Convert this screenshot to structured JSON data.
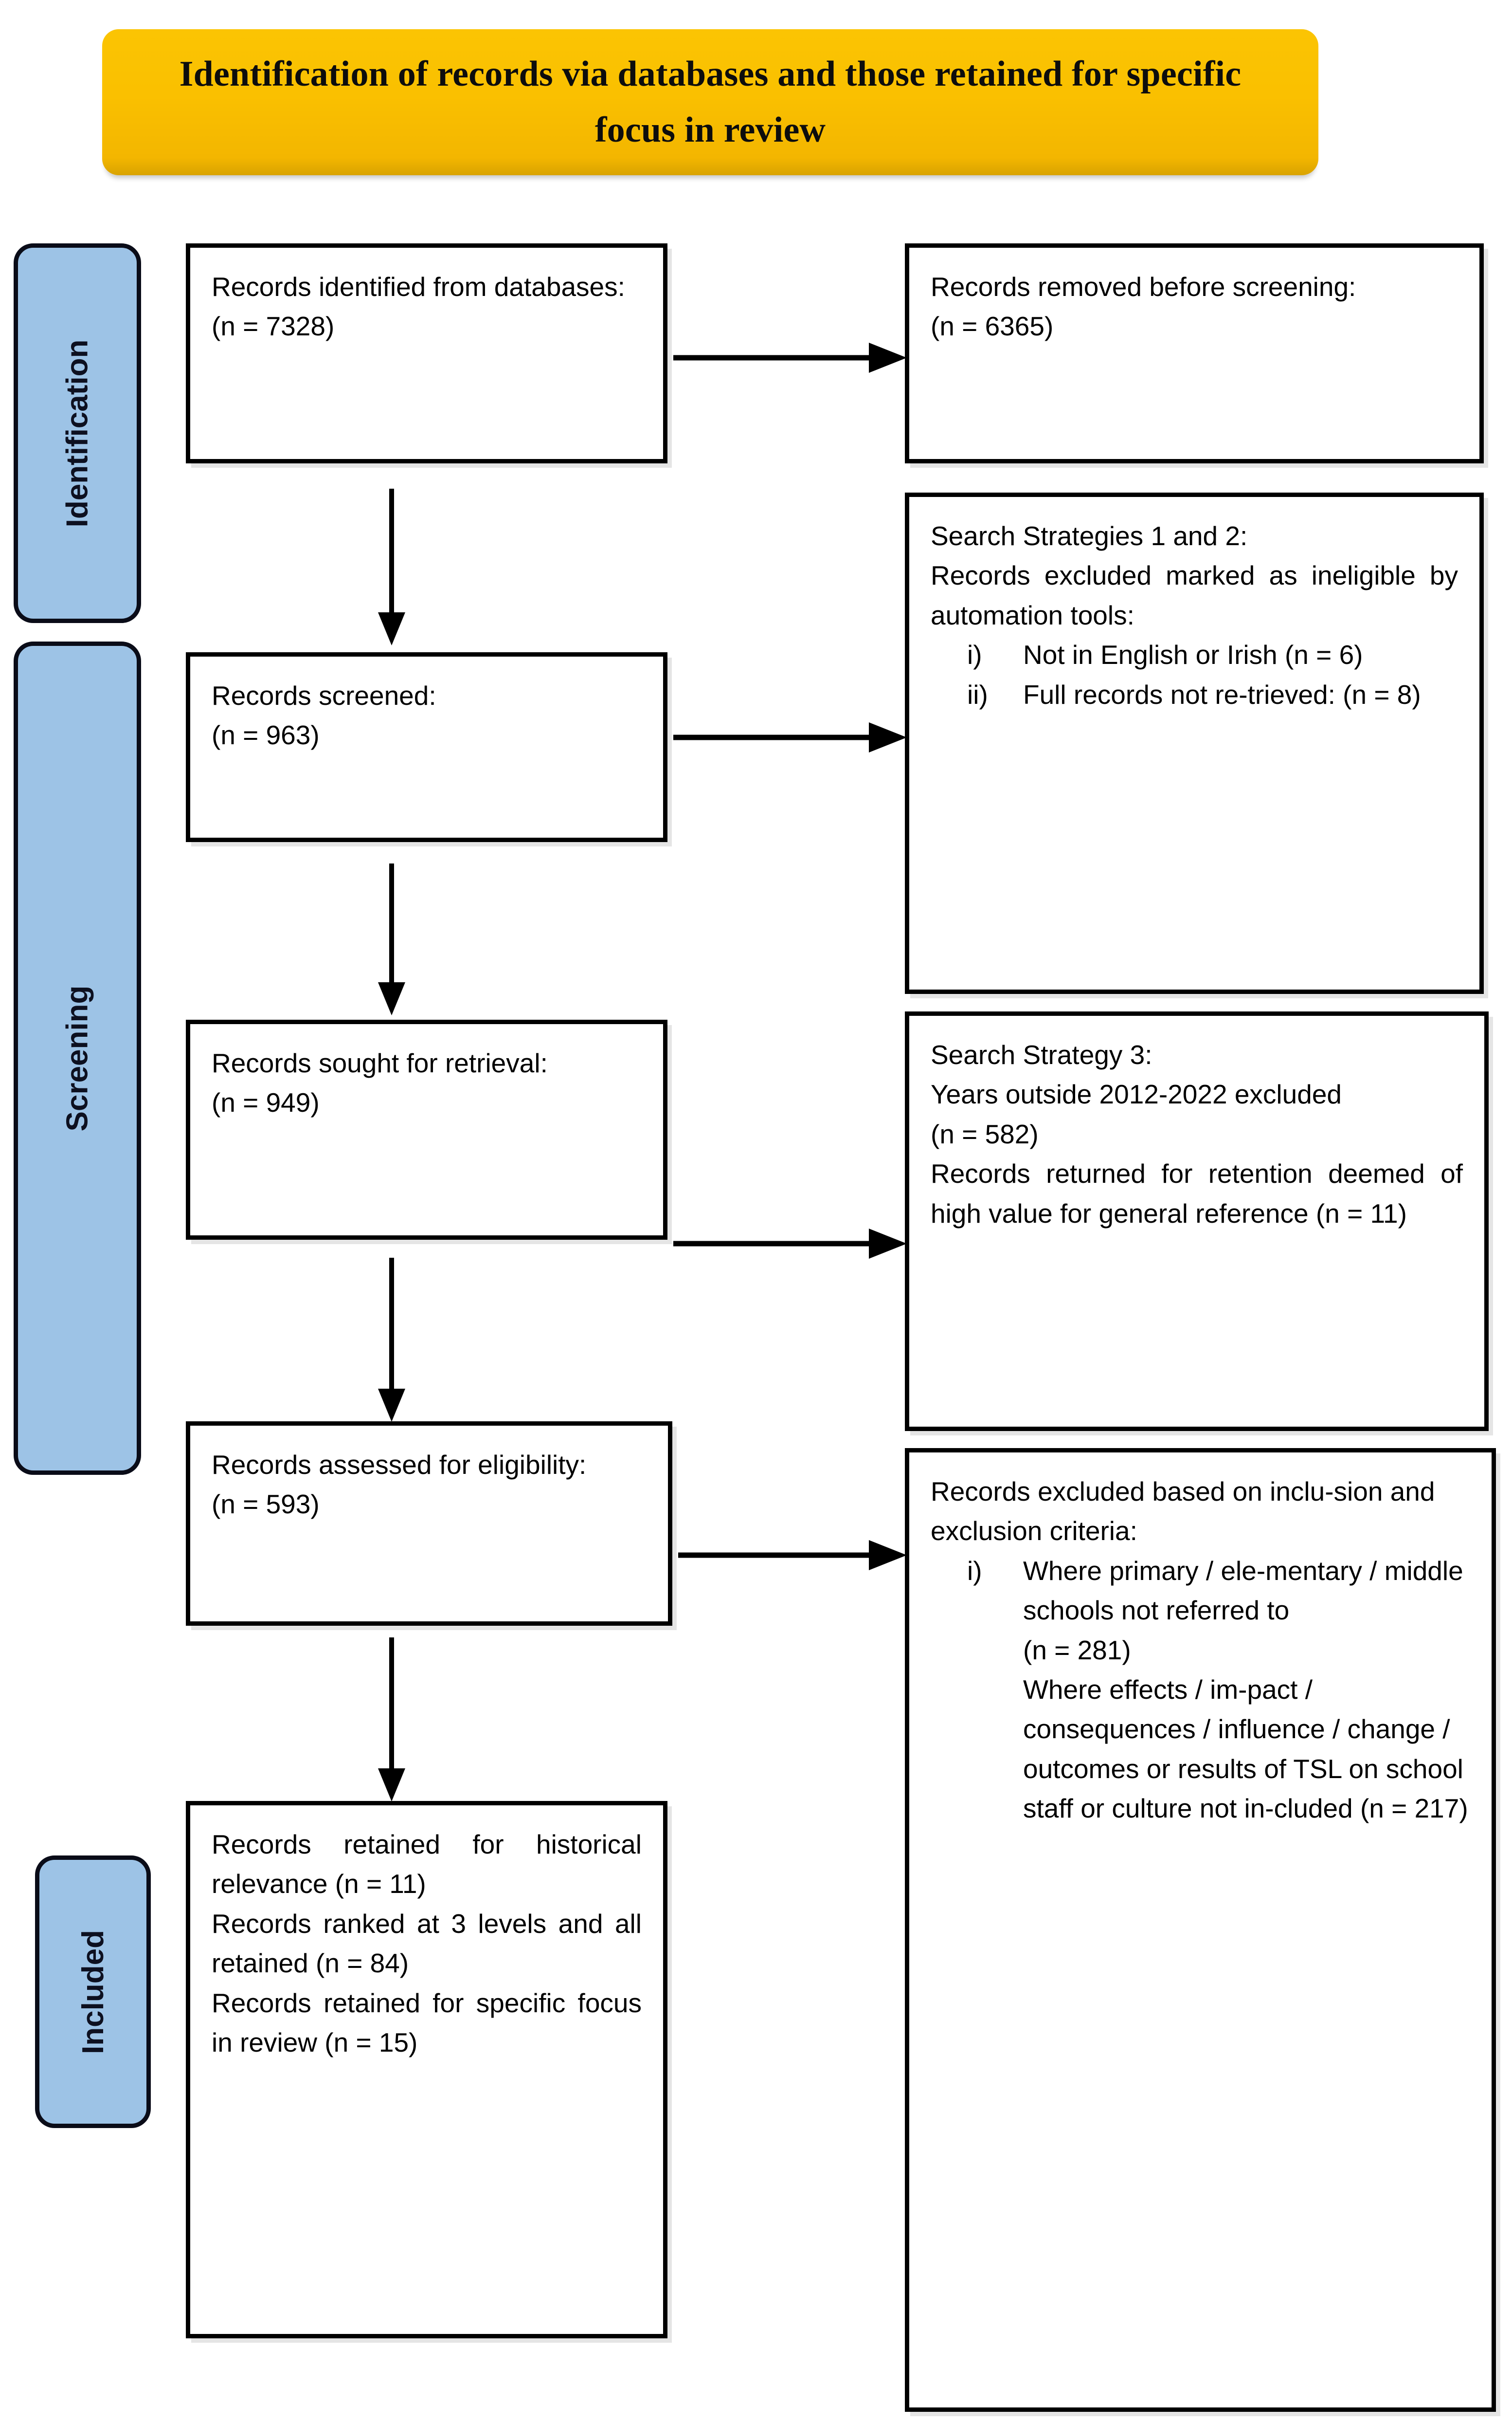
{
  "banner": {
    "title": "Identification of records via databases and those retained for specific focus in review",
    "color": "#FAC000"
  },
  "stages": [
    {
      "id": "identification",
      "label": "Identification",
      "color": "#9DC3E6"
    },
    {
      "id": "screening",
      "label": "Screening",
      "color": "#9DC3E6"
    },
    {
      "id": "included",
      "label": "Included",
      "color": "#9DC3E6"
    }
  ],
  "boxes": {
    "identified": {
      "line1": "Records identified from databases:",
      "line2": "(n = 7328)"
    },
    "removed": {
      "line1": "Records removed before screening:",
      "line2": "(n = 6365)"
    },
    "screened": {
      "line1": "Records screened:",
      "line2": "(n = 963)"
    },
    "strategies12": {
      "line1": "Search Strategies 1 and 2:",
      "line2": "Records excluded marked as ineligible by automation tools:",
      "items": [
        {
          "marker": "i)",
          "text": "Not in English or Irish (n = 6)"
        },
        {
          "marker": "ii)",
          "text": "Full records not re-trieved: (n = 8)"
        }
      ]
    },
    "sought": {
      "line1": "Records sought for retrieval:",
      "line2": "(n = 949)"
    },
    "strategy3": {
      "line1": "Search Strategy 3:",
      "line2": "Years outside 2012-2022 excluded",
      "line3": "(n = 582)",
      "line4": "Records returned for retention deemed of high value for general reference (n = 11)"
    },
    "assessed": {
      "line1": "Records assessed for eligibility:",
      "line2": "(n = 593)"
    },
    "excluded": {
      "line1": "Records excluded based on inclu-sion and exclusion criteria:",
      "items": [
        {
          "marker": "i)",
          "text": "Where primary / ele-mentary / middle schools not referred to"
        }
      ],
      "cont1": "(n = 281)",
      "cont2": "Where effects / im-pact / consequences / influence / change / outcomes or results of TSL on school staff or culture not in-cluded (n = 217)"
    },
    "retained": {
      "line1": "Records retained for historical relevance (n = 11)",
      "line2": "Records ranked at 3 levels and all retained (n = 84)",
      "line3": "Records retained for specific focus in review (n = 15)"
    }
  },
  "arrows": [
    {
      "id": "identified-to-removed",
      "direction": "right"
    },
    {
      "id": "identified-to-screened",
      "direction": "down"
    },
    {
      "id": "screened-to-strategies",
      "direction": "right"
    },
    {
      "id": "screened-to-sought",
      "direction": "down"
    },
    {
      "id": "sought-to-strategy3",
      "direction": "right"
    },
    {
      "id": "sought-to-assessed",
      "direction": "down"
    },
    {
      "id": "assessed-to-excluded",
      "direction": "right"
    },
    {
      "id": "assessed-to-retained",
      "direction": "down"
    }
  ]
}
